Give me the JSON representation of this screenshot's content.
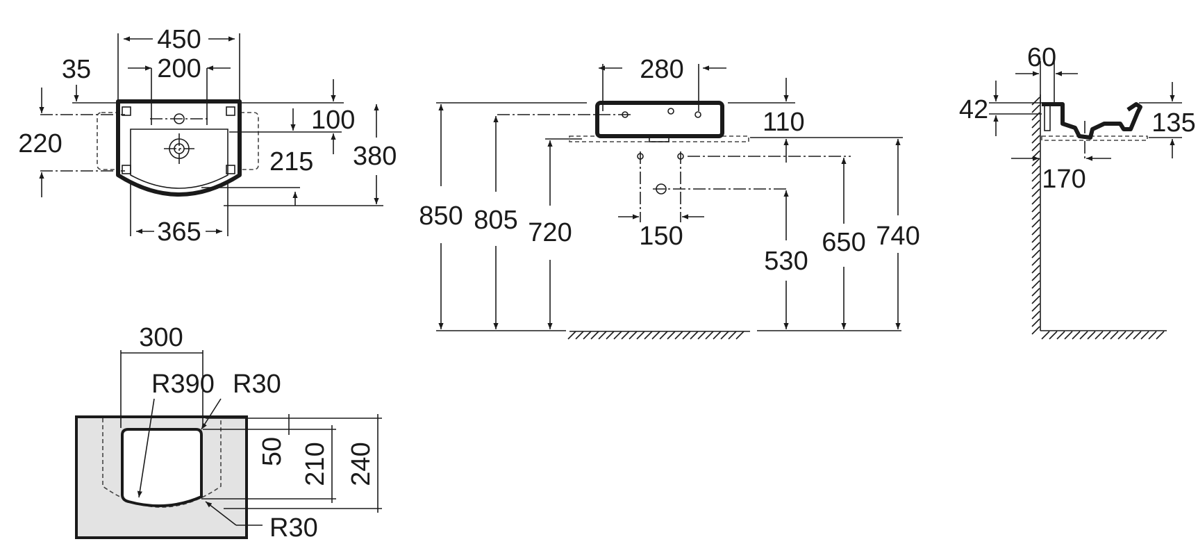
{
  "views": {
    "top": {
      "dims": {
        "w450": "450",
        "w200": "200",
        "w35": "35",
        "h220": "220",
        "h100": "100",
        "h215": "215",
        "h380": "380",
        "w365": "365"
      }
    },
    "front": {
      "dims": {
        "w280": "280",
        "h110": "110",
        "h850": "850",
        "h805": "805",
        "h720": "720",
        "w150": "150",
        "h530": "530",
        "h650": "650",
        "h740": "740"
      }
    },
    "side": {
      "dims": {
        "w60": "60",
        "h42": "42",
        "h135": "135",
        "w170": "170"
      }
    },
    "cutout": {
      "dims": {
        "w300": "300",
        "r390": "R390",
        "r30_top": "R30",
        "r30_bottom": "R30",
        "v50": "50",
        "v210": "210",
        "v240": "240"
      }
    }
  },
  "colors": {
    "line": "#1a1a1a",
    "panel_fill": "#e3e3e3"
  }
}
